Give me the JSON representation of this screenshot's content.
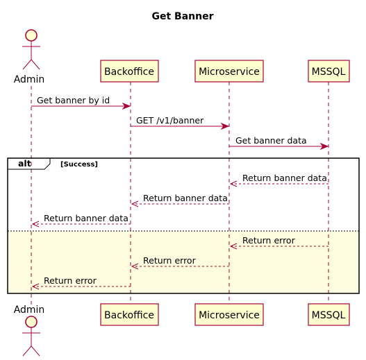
{
  "diagram": {
    "title": "Get Banner",
    "participants": [
      {
        "id": "admin",
        "label": "Admin",
        "kind": "actor"
      },
      {
        "id": "backoffice",
        "label": "Backoffice",
        "kind": "participant"
      },
      {
        "id": "microservice",
        "label": "Microservice",
        "kind": "participant"
      },
      {
        "id": "mssql",
        "label": "MSSQL",
        "kind": "participant"
      }
    ],
    "messages": [
      {
        "from": "admin",
        "to": "backoffice",
        "label": "Get banner by id",
        "style": "solid"
      },
      {
        "from": "backoffice",
        "to": "microservice",
        "label": "GET /v1/banner",
        "style": "solid"
      },
      {
        "from": "microservice",
        "to": "mssql",
        "label": "Get banner data",
        "style": "solid"
      },
      {
        "from": "mssql",
        "to": "microservice",
        "label": "Return banner data",
        "style": "dashed"
      },
      {
        "from": "microservice",
        "to": "backoffice",
        "label": "Return banner data",
        "style": "dashed"
      },
      {
        "from": "backoffice",
        "to": "admin",
        "label": "Return banner data",
        "style": "dashed"
      },
      {
        "from": "mssql",
        "to": "microservice",
        "label": "Return error",
        "style": "dashed"
      },
      {
        "from": "microservice",
        "to": "backoffice",
        "label": "Return error",
        "style": "dashed"
      },
      {
        "from": "backoffice",
        "to": "admin",
        "label": "Return error",
        "style": "dashed"
      }
    ],
    "alt": {
      "keyword": "alt",
      "condition": "[Success]"
    },
    "colors": {
      "border": "#A80036",
      "participant_fill": "#FEFECE",
      "else_fill": "#FFFDE0",
      "frame": "#000000"
    }
  }
}
